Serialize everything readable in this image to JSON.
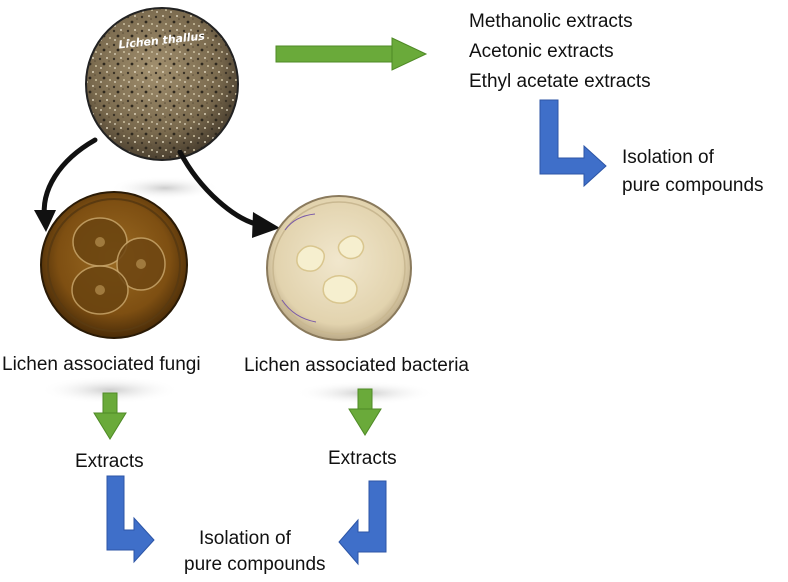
{
  "thallus": {
    "label": "Lichen thallus"
  },
  "solvent_extracts": [
    "Methanolic extracts",
    "Acetonic extracts",
    "Ethyl acetate extracts"
  ],
  "isolation_top": [
    "Isolation of",
    "pure compounds"
  ],
  "fungi": {
    "caption": "Lichen associated fungi",
    "extracts": "Extracts"
  },
  "bacteria": {
    "caption": "Lichen associated bacteria",
    "extracts": "Extracts"
  },
  "isolation_bottom": [
    "Isolation of",
    "pure compounds"
  ],
  "colors": {
    "green_arrow": "#6aaa3a",
    "blue_arrow": "#3f6fc9",
    "black_arrow": "#111111",
    "fungi_plate": "#8a5a14",
    "bacteria_plate": "#e9dcbc"
  }
}
